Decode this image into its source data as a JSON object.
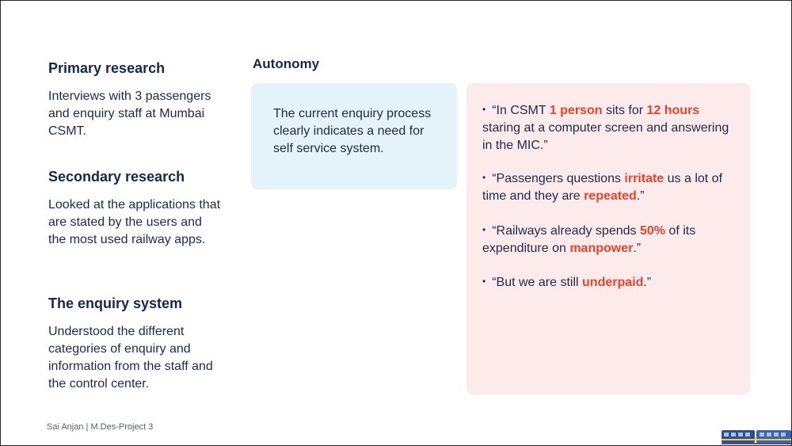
{
  "left": {
    "sections": [
      {
        "heading": "Primary research",
        "text": "Interviews with 3 passengers and enquiry staff at Mumbai CSMT."
      },
      {
        "heading": "Secondary research",
        "text": "Looked at the applications that are stated by the users and the most used railway apps."
      },
      {
        "heading": "The enquiry system",
        "text": "Understood the different categories of enquiry and information from the staff and the control center."
      }
    ]
  },
  "autonomy": {
    "title": "Autonomy",
    "summary": "The current enquiry process clearly indicates a need for self service system."
  },
  "quotes": {
    "q1": {
      "p1": "“In CSMT ",
      "h1": "1 person",
      "p2": " sits for ",
      "h2": "12 hours",
      "p3": " staring at a computer screen and answering in the MIC.”"
    },
    "q2": {
      "p1": "“Passengers questions ",
      "h1": "irritate",
      "p2": " us a lot of time and they are ",
      "h2": "repeated",
      "p3": ".”"
    },
    "q3": {
      "p1": "“Railways already spends ",
      "h1": "50%",
      "p2": " of its expenditure on ",
      "h2": "manpower",
      "p3": ".”"
    },
    "q4": {
      "p1": "“But we are still ",
      "h1": "underpaid",
      "p2": ".”"
    }
  },
  "footer": {
    "text": "Sai Anjan | M.Des-Project 3"
  },
  "colors": {
    "highlight": "#e8432d",
    "blue_card": "#e4f3f9",
    "pink_card": "#fdebeb",
    "heading": "#14284b"
  },
  "icons": {
    "bullet": "•",
    "corner": "train-icon"
  }
}
